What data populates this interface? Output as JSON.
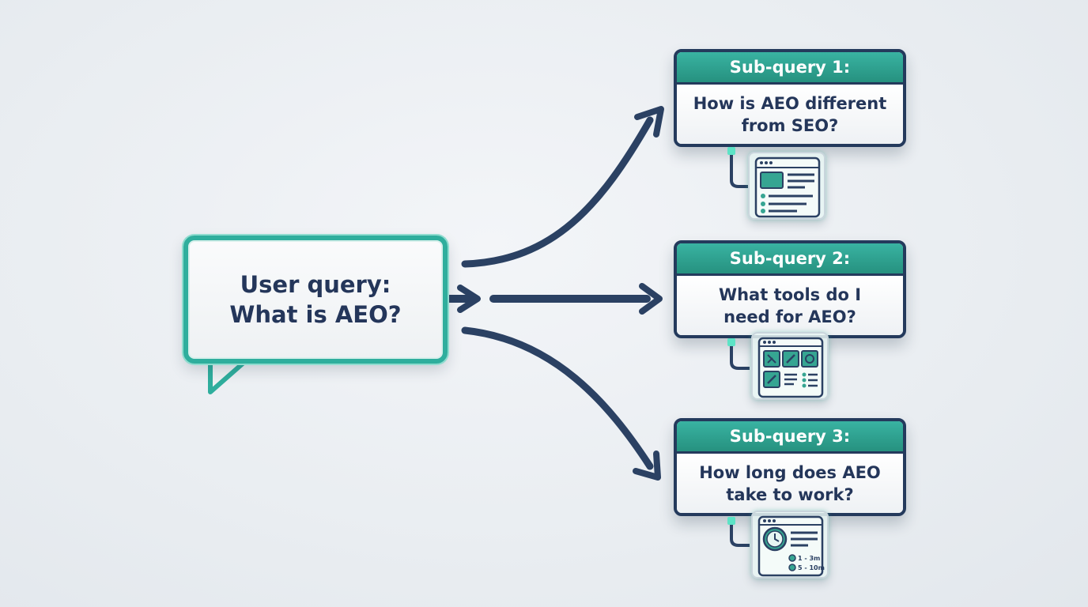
{
  "user_query": {
    "label": "User query:",
    "question": "What is AEO?"
  },
  "sub_queries": [
    {
      "header": "Sub-query 1:",
      "line1": "How is AEO different",
      "line2": "from SEO?",
      "icon": "webpage-layout-icon"
    },
    {
      "header": "Sub-query 2:",
      "line1": "What tools do I",
      "line2": "need for AEO?",
      "icon": "tools-grid-icon"
    },
    {
      "header": "Sub-query 3:",
      "line1": "How long does AEO",
      "line2": "take to work?",
      "icon": "clock-timeline-icon"
    }
  ],
  "timeline_panel": {
    "option1": "1 - 3m",
    "option2": "5 - 10m"
  },
  "colors": {
    "teal": "#2fae9d",
    "navy": "#243a5c",
    "arrow": "#2b4163",
    "glow": "#5de3c6"
  }
}
